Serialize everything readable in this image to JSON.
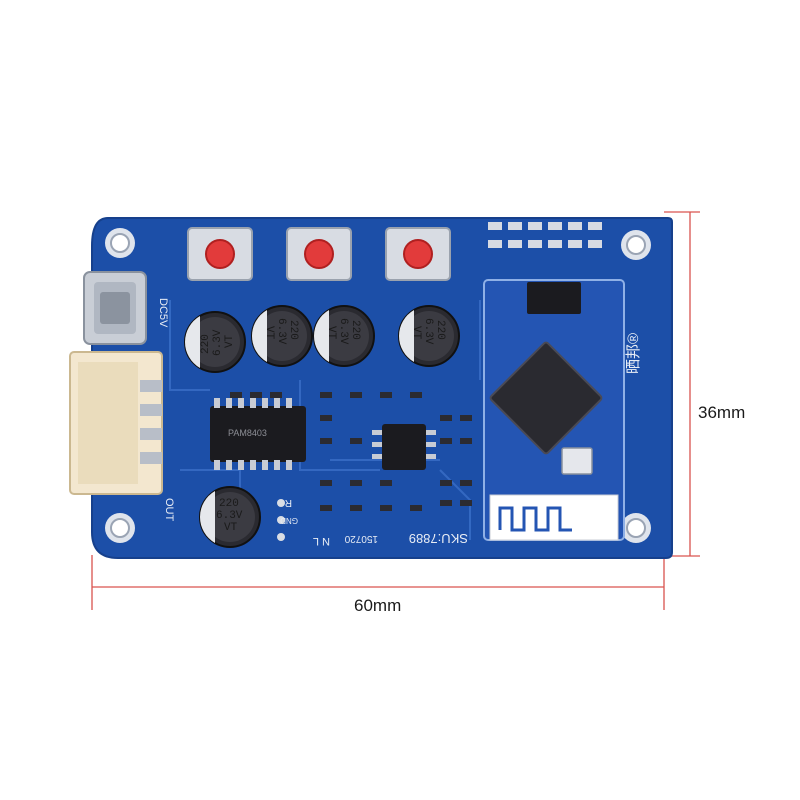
{
  "dimensions": {
    "width_label": "60mm",
    "height_label": "36mm",
    "line_color": "#d9534f"
  },
  "board": {
    "pcb_color": "#1c4fa8",
    "silkscreen_color": "#e8edf5",
    "connector_labels": {
      "power": "DC5V",
      "output": "OUT"
    },
    "pin_labels": {
      "right": "R",
      "gnd": "GND",
      "left": "N L"
    },
    "sku": "SKU:7889",
    "date_code": "150720",
    "brand": "晒邦®",
    "amp_chip": "PAM8403",
    "capacitors": [
      {
        "value": "220",
        "voltage": "6.3V",
        "type": "VT"
      },
      {
        "value": "220",
        "voltage": "6.3V",
        "type": "VT"
      },
      {
        "value": "220",
        "voltage": "6.3V",
        "type": "VT"
      },
      {
        "value": "220",
        "voltage": "6.3V",
        "type": "VT"
      },
      {
        "value": "220",
        "voltage": "6.3V",
        "type": "VT"
      }
    ],
    "buttons": [
      "red-button",
      "red-button",
      "red-button"
    ]
  }
}
